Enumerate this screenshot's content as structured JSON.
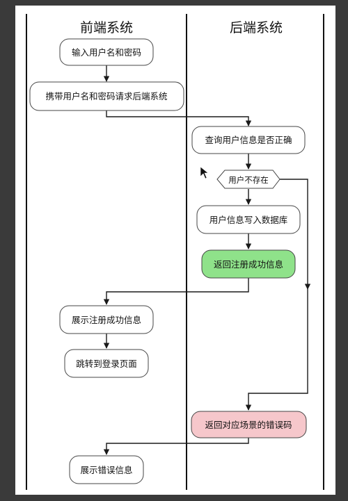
{
  "lanes": {
    "frontend": "前端系统",
    "backend": "后端系统"
  },
  "nodes": {
    "input_credentials": "输入用户名和密码",
    "send_request": "携带用户名和密码请求后端系统",
    "check_user": "查询用户信息是否正确",
    "user_not_exist": "用户不存在",
    "write_db": "用户信息写入数据库",
    "return_success": "返回注册成功信息",
    "show_success": "展示注册成功信息",
    "redirect_login": "跳转到登录页面",
    "return_error": "返回对应场景的错误码",
    "show_error": "展示错误信息"
  },
  "colors": {
    "success_fill": "#8fe28a",
    "error_fill": "#f6c7cb",
    "node_fill": "#ffffff",
    "line": "#1a1a1a"
  }
}
